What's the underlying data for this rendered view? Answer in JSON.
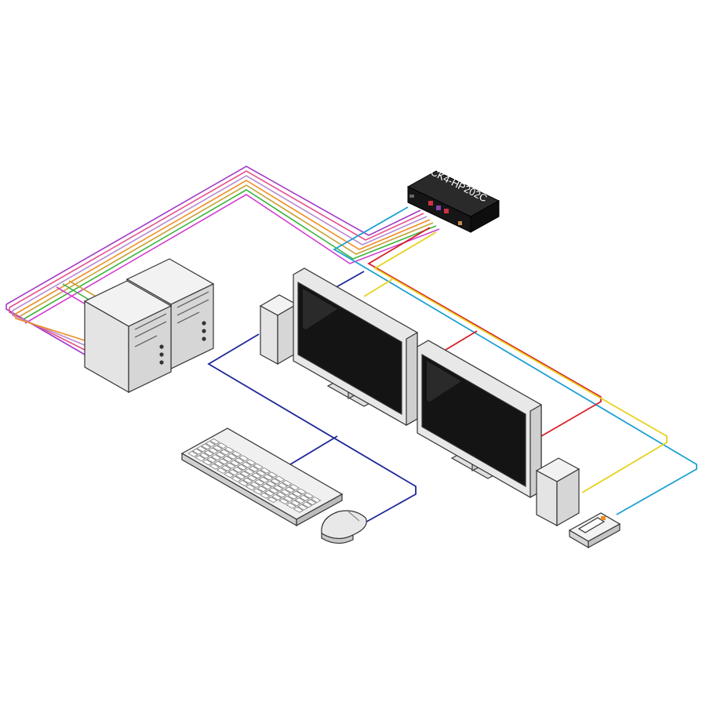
{
  "switch": {
    "label": "CK4-HP202C",
    "body_color": "#1e1e1e"
  },
  "colors": {
    "video_a": "#e6d21e",
    "video_b": "#d81e28",
    "video_c": "#1ea0d2",
    "usb": "#1e2896",
    "cable_bundle": [
      "#a03cc8",
      "#e6508c",
      "#b48cd2",
      "#f08c1e",
      "#c8a030",
      "#3cb43c",
      "#d23cd2"
    ],
    "device_fill": "#e6e6e6",
    "device_stroke": "#333333",
    "screen": "#141414"
  },
  "components": [
    {
      "name": "kvm-switch",
      "icon": "switch-box"
    },
    {
      "name": "computer-1",
      "icon": "tower-pc"
    },
    {
      "name": "computer-2",
      "icon": "tower-pc"
    },
    {
      "name": "monitor-1",
      "icon": "flat-monitor"
    },
    {
      "name": "monitor-2",
      "icon": "flat-monitor"
    },
    {
      "name": "speaker-left",
      "icon": "speaker"
    },
    {
      "name": "speaker-right",
      "icon": "speaker"
    },
    {
      "name": "keyboard",
      "icon": "keyboard"
    },
    {
      "name": "mouse",
      "icon": "mouse"
    },
    {
      "name": "card-reader",
      "icon": "card-reader"
    }
  ]
}
